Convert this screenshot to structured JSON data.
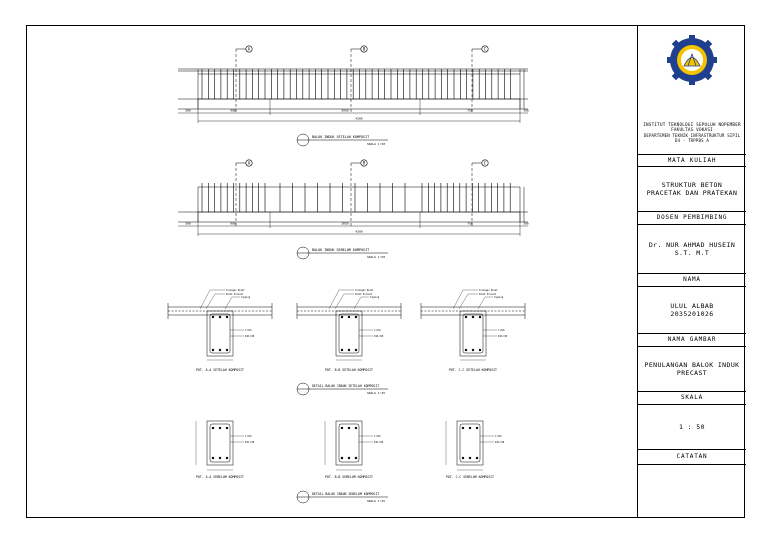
{
  "title_block": {
    "institution": "INSTITUT TEKNOLOGI SEPULUH NOPEMBER",
    "faculty": "FAKULTAS VOKASI",
    "department": "DEPARTEMEN TEKNIK INFRASTRUKTUR SIPIL",
    "program": "D4 - TRPPBS A",
    "mata_kuliah_label": "MATA KULIAH",
    "mata_kuliah_line1": "STRUKTUR BETON",
    "mata_kuliah_line2": "PRACETAK DAN PRATEKAN",
    "dosen_label": "DOSEN PEMBIMBING",
    "dosen_line1": "Dr. NUR AHMAD HUSEIN",
    "dosen_line2": "S.T. M.T",
    "nama_label": "NAMA",
    "nama_line1": "ULUL ALBAB",
    "nama_line2": "2035201026",
    "nama_gambar_label": "NAMA GAMBAR",
    "nama_gambar_line1": "PENULANGAN BALOK INDUK",
    "nama_gambar_line2": "PRECAST",
    "skala_label": "SKALA",
    "skala_value": "1 : 50",
    "catatan_label": "CATATAN"
  },
  "drawings": {
    "beam_top_caption": "BALOK INDUK SETELAH KOMPOSIT",
    "beam_top_scale": "SKALA 1:50",
    "beam_bottom_caption": "BALOK INDUK SEBELUM KOMPOSIT",
    "beam_bottom_scale": "SKALA 1:50",
    "section_labels": [
      "A",
      "B",
      "C"
    ],
    "dim_segments": [
      "300",
      "900",
      "2050",
      "750",
      "300"
    ],
    "dim_total": "4200",
    "sec_after_a": "POT. A-A SETELAH KOMPOSIT",
    "sec_after_b": "POT. B-B SETELAH KOMPOSIT",
    "sec_after_c": "POT. C-C SETELAH KOMPOSIT",
    "detail_after_caption": "DETAIL BALOK INDUK SETELAH KOMPOSIT",
    "detail_after_scale": "SKALA 1:25",
    "sec_before_a": "POT. A-A SEBELUM KOMPOSIT",
    "sec_before_b": "POT. B-B SEBELUM KOMPOSIT",
    "sec_before_c": "POT. C-C SEBELUM KOMPOSIT",
    "detail_before_caption": "DETAIL BALOK INDUK SEBELUM KOMPOSIT",
    "detail_before_scale": "SKALA 1:25",
    "leader_tul_pelat": "Tulangan Pelat",
    "leader_pelat": "Pelat Precast",
    "leader_topping": "Topping",
    "leader_main": "3 D16",
    "leader_stirrup": "D10-150"
  }
}
